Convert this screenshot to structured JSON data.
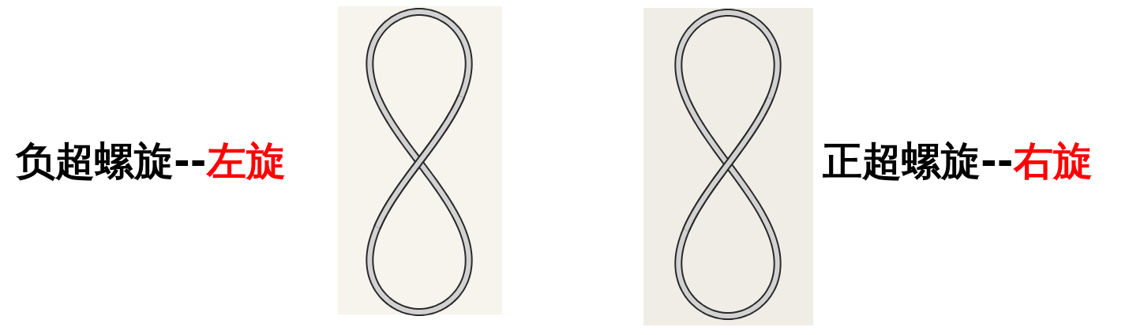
{
  "diagram": {
    "labels": [
      "负超螺旋--",
      "左旋",
      "正超螺旋--",
      "右旋"
    ]
  }
}
